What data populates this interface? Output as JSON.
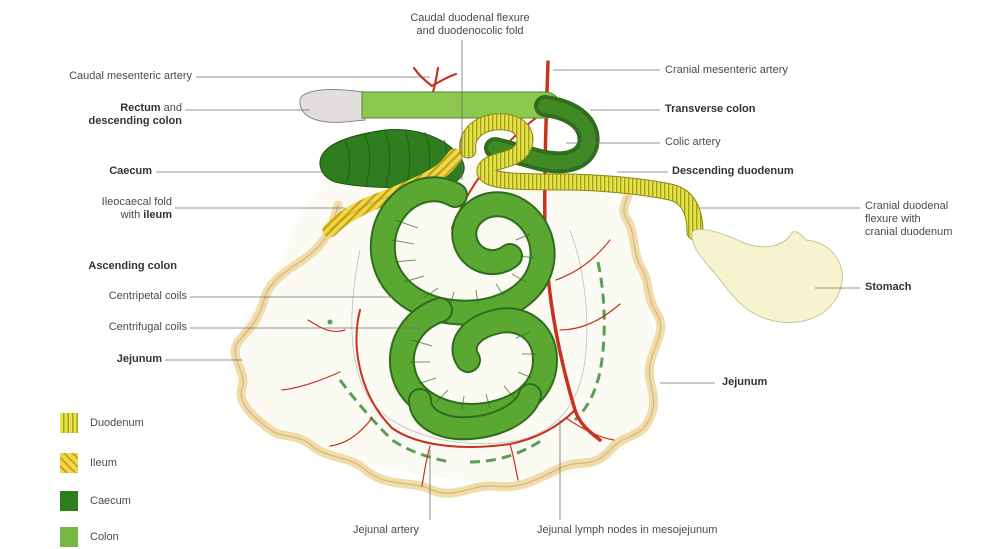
{
  "labels": {
    "caudal_flexure_1": "Caudal duodenal flexure",
    "caudal_flexure_2": "and duodenocolic fold",
    "caudal_mesenteric_artery": "Caudal mesenteric artery",
    "rectum_1": "Rectum",
    "rectum_1b": "and",
    "rectum_2": "descending colon",
    "caecum": "Caecum",
    "ileocaecal_1": "Ileocaecal fold",
    "ileocaecal_2a": "with",
    "ileocaecal_2b": "ileum",
    "ascending_colon": "Ascending colon",
    "centripetal": "Centripetal coils",
    "centrifugal": "Centrifugal coils",
    "jejunum_left": "Jejunum",
    "cranial_mesenteric_artery": "Cranial mesenteric artery",
    "transverse_colon": "Transverse colon",
    "colic_artery": "Colic artery",
    "descending_duodenum": "Descending duodenum",
    "cranial_flexure_1": "Cranial duodenal",
    "cranial_flexure_2": "flexure with",
    "cranial_flexure_3": "cranial duodenum",
    "stomach": "Stomach",
    "jejunum_right": "Jejunum",
    "jejunal_artery": "Jejunal artery",
    "jejunal_lymph": "Jejunal lymph nodes in mesojejunum"
  },
  "legend": [
    {
      "label": "Duodenum",
      "color": "#e6e24a",
      "pattern": "vertical-stripes"
    },
    {
      "label": "Ileum",
      "color": "#e8cf3a",
      "pattern": "diagonal-stripes"
    },
    {
      "label": "Caecum",
      "color": "#2e7d1e",
      "pattern": "solid"
    },
    {
      "label": "Colon",
      "color": "#76b843",
      "pattern": "solid"
    }
  ],
  "colors": {
    "jejunum_outline": "#f1dba8",
    "artery": "#c8321e",
    "mesentery": "#fbfbf5",
    "jejunum_coils": "#5aa832",
    "caecum": "#2e7d1e",
    "colon": "#8cc850",
    "duodenum": "#e6e24a",
    "stomach": "#f6f3cf",
    "rectum": "#e2dede"
  }
}
